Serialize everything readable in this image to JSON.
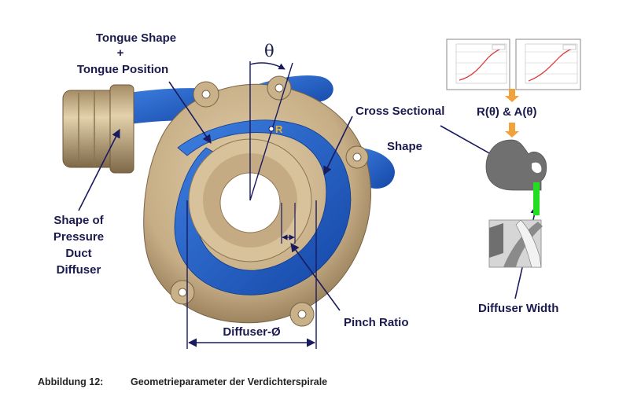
{
  "labels": {
    "tongue_shape": "Tongue Shape",
    "plus": "+",
    "tongue_position": "Tongue Position",
    "theta": "θ",
    "r": "R",
    "cross_sectional": "Cross Sectional",
    "shape": "Shape",
    "r_a_theta": "R(θ) & A(θ)",
    "pressure_duct_line1": "Shape of",
    "pressure_duct_line2": "Pressure",
    "pressure_duct_line3": "Duct",
    "pressure_duct_line4": "Diffuser",
    "pinch_ratio": "Pinch Ratio",
    "diffuser_diameter": "Diffuser-Ø",
    "diffuser_width": "Diffuser Width"
  },
  "caption": {
    "number": "Abbildung 12:",
    "text": "Geometrieparameter der Verdichterspirale"
  },
  "colors": {
    "label_text": "#1a1a4e",
    "volute_blue": "#1f5fc4",
    "housing_tan": "#c8b08a",
    "arrow_navy": "#1a1a5e",
    "width_green": "#22dd22",
    "section_gray": "#707070"
  }
}
